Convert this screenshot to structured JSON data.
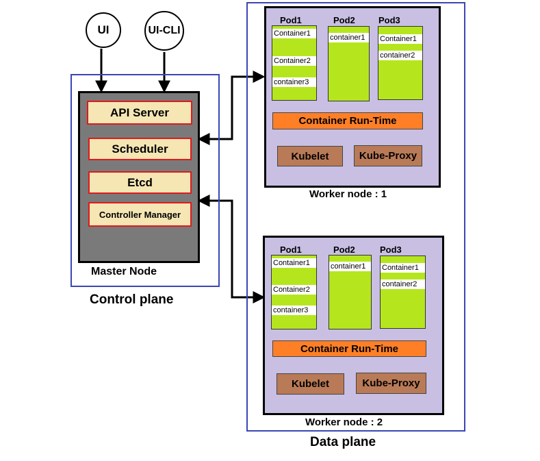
{
  "clients": [
    "UI",
    "UI-CLI"
  ],
  "control_plane": {
    "label": "Control plane",
    "master": {
      "label": "Master Node",
      "components": [
        "API Server",
        "Scheduler",
        "Etcd",
        "Controller Manager"
      ]
    }
  },
  "data_plane": {
    "label": "Data plane",
    "workers": [
      {
        "label": "Worker node : 1",
        "pods": [
          {
            "name": "Pod1",
            "containers": [
              "Container1",
              "Container2",
              "container3"
            ]
          },
          {
            "name": "Pod2",
            "containers": [
              "container1"
            ]
          },
          {
            "name": "Pod3",
            "containers": [
              "Container1",
              "container2"
            ]
          }
        ],
        "runtime": "Container Run-Time",
        "kubelet": "Kubelet",
        "kube_proxy": "Kube-Proxy"
      },
      {
        "label": "Worker node : 2",
        "pods": [
          {
            "name": "Pod1",
            "containers": [
              "Container1",
              "Container2",
              "container3"
            ]
          },
          {
            "name": "Pod2",
            "containers": [
              "container1"
            ]
          },
          {
            "name": "Pod3",
            "containers": [
              "Container1",
              "container2"
            ]
          }
        ],
        "runtime": "Container Run-Time",
        "kubelet": "Kubelet",
        "kube_proxy": "Kube-Proxy"
      }
    ]
  },
  "colors": {
    "plane_border": "#3a45b5",
    "master_body": "#7a7a7a",
    "master_component_fill": "#f5e6b4",
    "master_component_border": "#e0191d",
    "worker_fill": "#c8bfe3",
    "pod_fill": "#b5e61d",
    "runtime_fill": "#ff7f27",
    "agent_fill": "#b97a57"
  }
}
